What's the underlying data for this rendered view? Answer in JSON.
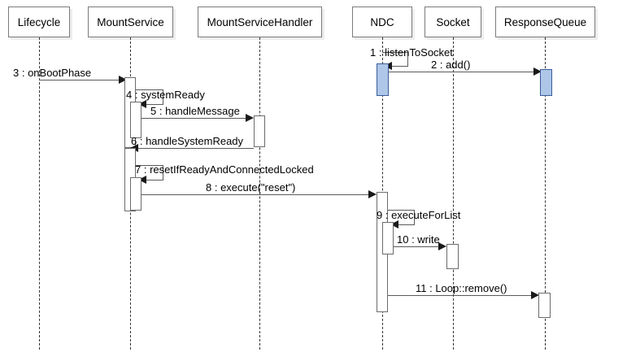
{
  "diagram": {
    "type": "uml-sequence-diagram",
    "background_color": "#ffffff",
    "line_color": "#5a5a5a",
    "activation_fill": "#ffffff",
    "activation_highlight_fill": "#aec7e8",
    "activation_highlight_border": "#3a5c9a"
  },
  "participants": [
    {
      "id": "lifecycle",
      "label": "Lifecycle"
    },
    {
      "id": "mountservice",
      "label": "MountService"
    },
    {
      "id": "mountservicehandler",
      "label": "MountServiceHandler"
    },
    {
      "id": "ndc",
      "label": "NDC"
    },
    {
      "id": "socket",
      "label": "Socket"
    },
    {
      "id": "responsequeue",
      "label": "ResponseQueue"
    }
  ],
  "messages": [
    {
      "seq": "1",
      "label": "1 : listenToSocket",
      "from": "ndc",
      "to": "ndc",
      "kind": "self"
    },
    {
      "seq": "2",
      "label": "2 : add()",
      "from": "ndc",
      "to": "responsequeue",
      "kind": "call"
    },
    {
      "seq": "3",
      "label": "3 : onBootPhase",
      "from": "lifecycle",
      "to": "mountservice",
      "kind": "call"
    },
    {
      "seq": "4",
      "label": "4 : systemReady",
      "from": "mountservice",
      "to": "mountservice",
      "kind": "self"
    },
    {
      "seq": "5",
      "label": "5 : handleMessage",
      "from": "mountservice",
      "to": "mountservicehandler",
      "kind": "call"
    },
    {
      "seq": "6",
      "label": "6 : handleSystemReady",
      "from": "mountservicehandler",
      "to": "mountservice",
      "kind": "return"
    },
    {
      "seq": "7",
      "label": "7 : resetIfReadyAndConnectedLocked",
      "from": "mountservice",
      "to": "mountservice",
      "kind": "self"
    },
    {
      "seq": "8",
      "label": "8 : execute(\"reset\")",
      "from": "mountservice",
      "to": "ndc",
      "kind": "call"
    },
    {
      "seq": "9",
      "label": "9 : executeForList",
      "from": "ndc",
      "to": "ndc",
      "kind": "self"
    },
    {
      "seq": "10",
      "label": "10 : write",
      "from": "ndc",
      "to": "socket",
      "kind": "call"
    },
    {
      "seq": "11",
      "label": "11 : Loop::remove()",
      "from": "ndc",
      "to": "responsequeue",
      "kind": "call"
    }
  ]
}
